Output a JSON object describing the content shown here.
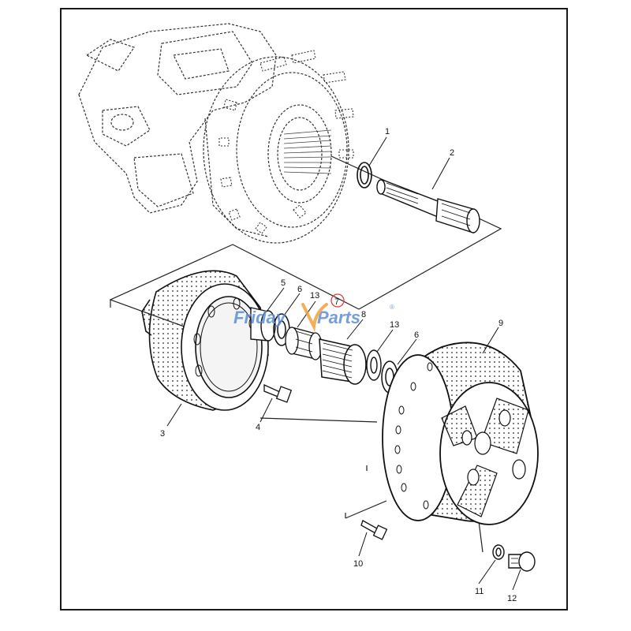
{
  "diagram": {
    "watermark": {
      "part1": "Friday",
      "part2": "Parts",
      "mark": "®",
      "color_blue": "#5b8fd6",
      "color_orange": "#f2a23a"
    },
    "callouts": [
      {
        "id": "c1",
        "text": "1"
      },
      {
        "id": "c2",
        "text": "2"
      },
      {
        "id": "c3",
        "text": "3"
      },
      {
        "id": "c4",
        "text": "4"
      },
      {
        "id": "c5",
        "text": "5"
      },
      {
        "id": "c6a",
        "text": "6"
      },
      {
        "id": "c6b",
        "text": "6"
      },
      {
        "id": "c7",
        "text": "7"
      },
      {
        "id": "c8",
        "text": "8"
      },
      {
        "id": "c9",
        "text": "9"
      },
      {
        "id": "c10",
        "text": "10"
      },
      {
        "id": "c11",
        "text": "11"
      },
      {
        "id": "c12",
        "text": "12"
      },
      {
        "id": "c13a",
        "text": "13"
      },
      {
        "id": "c13b",
        "text": "13"
      }
    ],
    "highlight_color": "#e23c3c"
  }
}
